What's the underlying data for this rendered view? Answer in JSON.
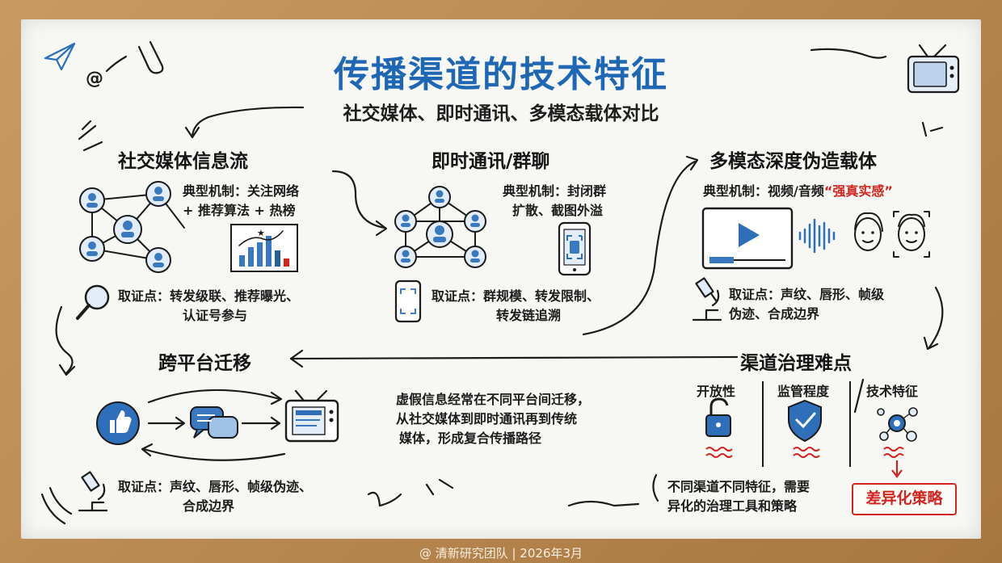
{
  "title": "传播渠道的技术特征",
  "subtitle": "社交媒体、即时通讯、多模态载体对比",
  "sections": {
    "social": {
      "heading": "社交媒体信息流",
      "mechanism": [
        "典型机制：关注网络",
        "+ 推荐算法 + 热榜"
      ],
      "evidence": [
        "取证点：转发级联、推荐曝光、",
        "认证号参与"
      ]
    },
    "im": {
      "heading": "即时通讯/群聊",
      "mechanism": [
        "典型机制：封闭群",
        "扩散、截图外溢"
      ],
      "evidence": [
        "取证点：群规模、转发限制、",
        "转发链追溯"
      ]
    },
    "deepfake": {
      "heading": "多模态深度伪造载体",
      "mechanism_prefix": "典型机制：视频/音频",
      "mechanism_highlight": "“强真实感”",
      "evidence": [
        "取证点：声纹、唇形、帧级",
        "伪迹、合成边界"
      ]
    },
    "migration": {
      "heading": "跨平台迁移",
      "description": [
        "虚假信息经常在不同平台间迁移，",
        "从社交媒体到即时通讯再到传统",
        "媒体，形成复合传播路径"
      ],
      "evidence": [
        "取证点：声纹、唇形、帧级伪迹、",
        "合成边界"
      ]
    },
    "governance": {
      "heading": "渠道治理难点",
      "columns": [
        "开放性",
        "监管程度",
        "技术特征"
      ],
      "conclusion": [
        "不同渠道不同特征，需要",
        "异化的治理工具和策略"
      ],
      "badge": "差异化策略"
    }
  },
  "footer": "@ 清新研究团队 | 2026年3月",
  "colors": {
    "title_blue": "#1f67b4",
    "accent_red": "#d3251e",
    "icon_blue": "#2f6fba"
  }
}
